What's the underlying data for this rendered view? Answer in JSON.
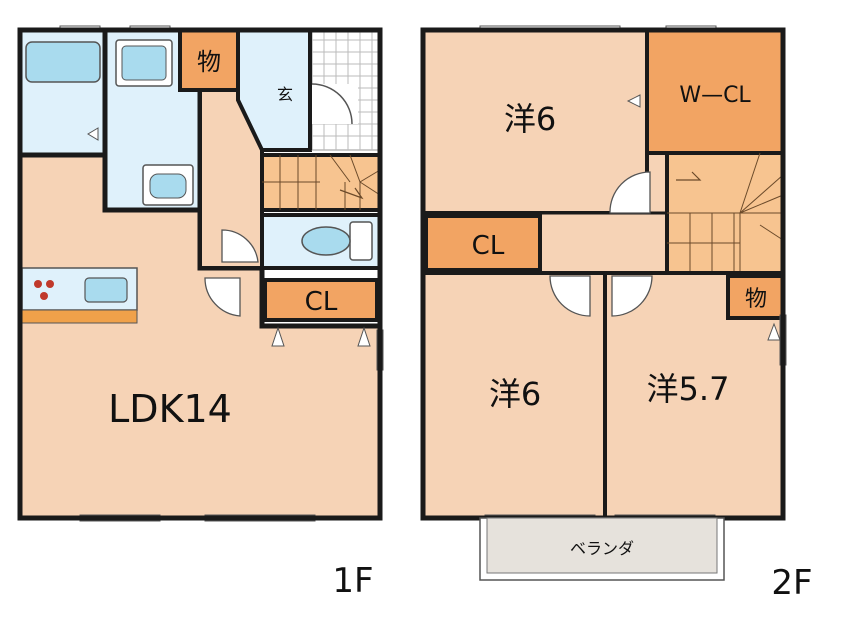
{
  "floors": {
    "first": {
      "label": "1F",
      "rooms": {
        "ldk": "LDK14",
        "closet": "CL",
        "storage": "物",
        "entrance": "玄"
      }
    },
    "second": {
      "label": "2F",
      "rooms": {
        "west_room_top": "洋6",
        "walk_in_closet": "W—CL",
        "closet": "CL",
        "west_room_left": "洋6",
        "west_room_right": "洋5.7",
        "storage": "物",
        "balcony": "ベランダ"
      }
    }
  },
  "colors": {
    "room_floor": "#f6d3b6",
    "closet_fill": "#f2a463",
    "wet_area": "#dff1fb",
    "fixture": "#a9dbee",
    "stairs": "#f7c490",
    "balcony_fill": "#e6e2dc",
    "counter": "#f0a14a",
    "wall": "#1a1a1a"
  }
}
